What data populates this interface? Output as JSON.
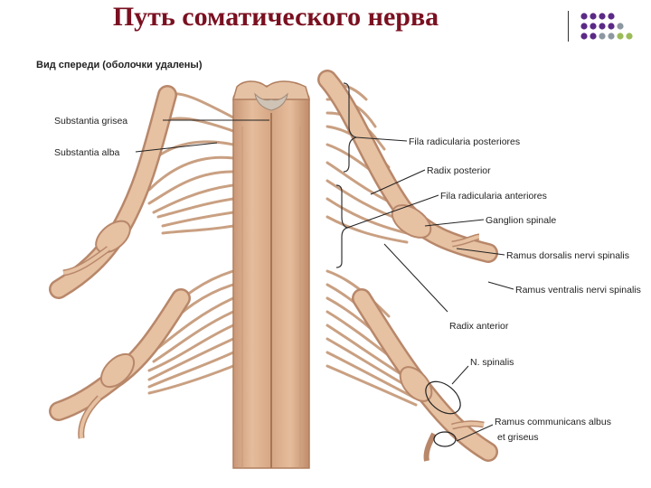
{
  "slide": {
    "title": "Путь соматического нерва",
    "caption": "Вид спереди (оболочки удалены)"
  },
  "colors": {
    "title": "#7a1020",
    "dot_purple": "#5b2a86",
    "dot_gray": "#8c97a0",
    "dot_green": "#9bbb59",
    "cord": "#dcae8c",
    "cord_shadow": "#c28d6a",
    "nerve": "#e6c1a2",
    "nerve_edge": "#b8876a"
  },
  "labels": {
    "substantia_grisea": "Substantia grisea",
    "substantia_alba": "Substantia alba",
    "fila_posteriores": "Fila radicularia posteriores",
    "radix_posterior": "Radix posterior",
    "fila_anteriores": "Fila radicularia anteriores",
    "ganglion_spinale": "Ganglion spinale",
    "ramus_dorsalis": "Ramus dorsalis nervi spinalis",
    "ramus_ventralis": "Ramus ventralis nervi spinalis",
    "radix_anterior": "Radix anterior",
    "n_spinalis": "N. spinalis",
    "ramus_communicans_1": "Ramus communicans albus",
    "ramus_communicans_2": "et griseus"
  }
}
